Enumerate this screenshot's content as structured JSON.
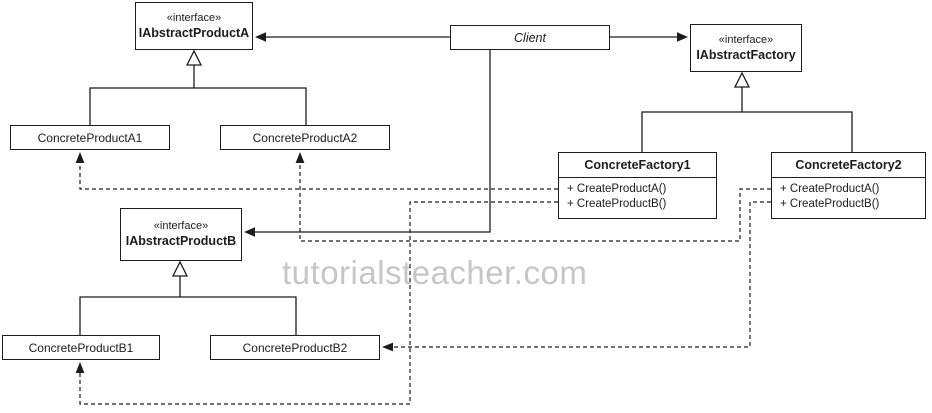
{
  "diagram": {
    "watermark": "tutorialsteacher.com",
    "colors": {
      "line": "#1c1c1c",
      "box_border": "#1c1c1c",
      "box_fill": "#ffffff",
      "watermark_text": "#c6c6c6",
      "background": "#ffffff"
    },
    "nodes": {
      "iAbstractProductA": {
        "stereotype": "«interface»",
        "name": "IAbstractProductA"
      },
      "client": {
        "name": "Client"
      },
      "iAbstractFactory": {
        "stereotype": "«interface»",
        "name": "IAbstractFactory"
      },
      "concreteProductA1": {
        "name": "ConcreteProductA1"
      },
      "concreteProductA2": {
        "name": "ConcreteProductA2"
      },
      "concreteFactory1": {
        "name": "ConcreteFactory1",
        "methods": [
          "+ CreateProductA()",
          "+ CreateProductB()"
        ]
      },
      "concreteFactory2": {
        "name": "ConcreteFactory2",
        "methods": [
          "+ CreateProductA()",
          "+ CreateProductB()"
        ]
      },
      "iAbstractProductB": {
        "stereotype": "«interface»",
        "name": "IAbstractProductB"
      },
      "concreteProductB1": {
        "name": "ConcreteProductB1"
      },
      "concreteProductB2": {
        "name": "ConcreteProductB2"
      }
    }
  }
}
